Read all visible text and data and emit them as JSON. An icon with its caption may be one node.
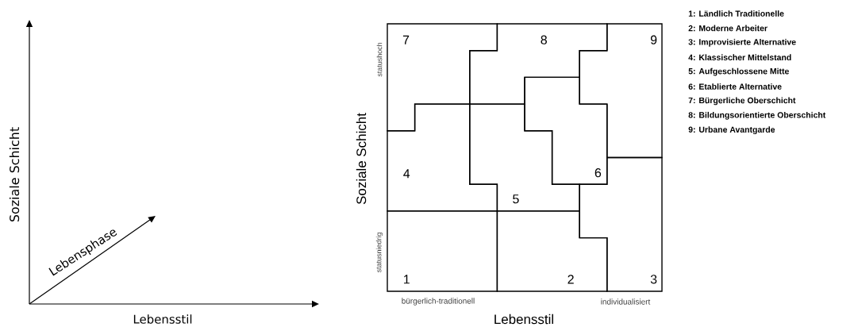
{
  "diagram": {
    "nodes": [
      {
        "text": [
          "7"
        ]
      },
      {
        "text": [
          "8"
        ]
      },
      {
        "text": [
          "9"
        ]
      },
      {
        "text": [
          "4"
        ]
      },
      {
        "text": [
          "6"
        ]
      },
      {
        "text": [
          "5"
        ]
      },
      {
        "text": [
          "1"
        ]
      },
      {
        "text": [
          "2"
        ]
      },
      {
        "text": [
          "3"
        ]
      }
    ],
    "labels": [
      "Soziale Schicht",
      "Lebensphase",
      "Lebensstil",
      "statushoch",
      "statusniedrig",
      "Soziale Schicht",
      "bürgerlich-traditionell",
      "individualisiert",
      "Lebensstil",
      "1: Ländlich Traditionelle",
      "2: Moderne Arbeiter",
      "3: Improvisierte Alternative",
      "4: Klassischer Mittelstand",
      "5: Aufgeschlossene Mitte",
      "6: Etablierte Alternative",
      "7: Bürgerliche Oberschicht",
      "8: Bildungsorientierte Oberschicht",
      "9: Urbane Avantgarde"
    ]
  }
}
